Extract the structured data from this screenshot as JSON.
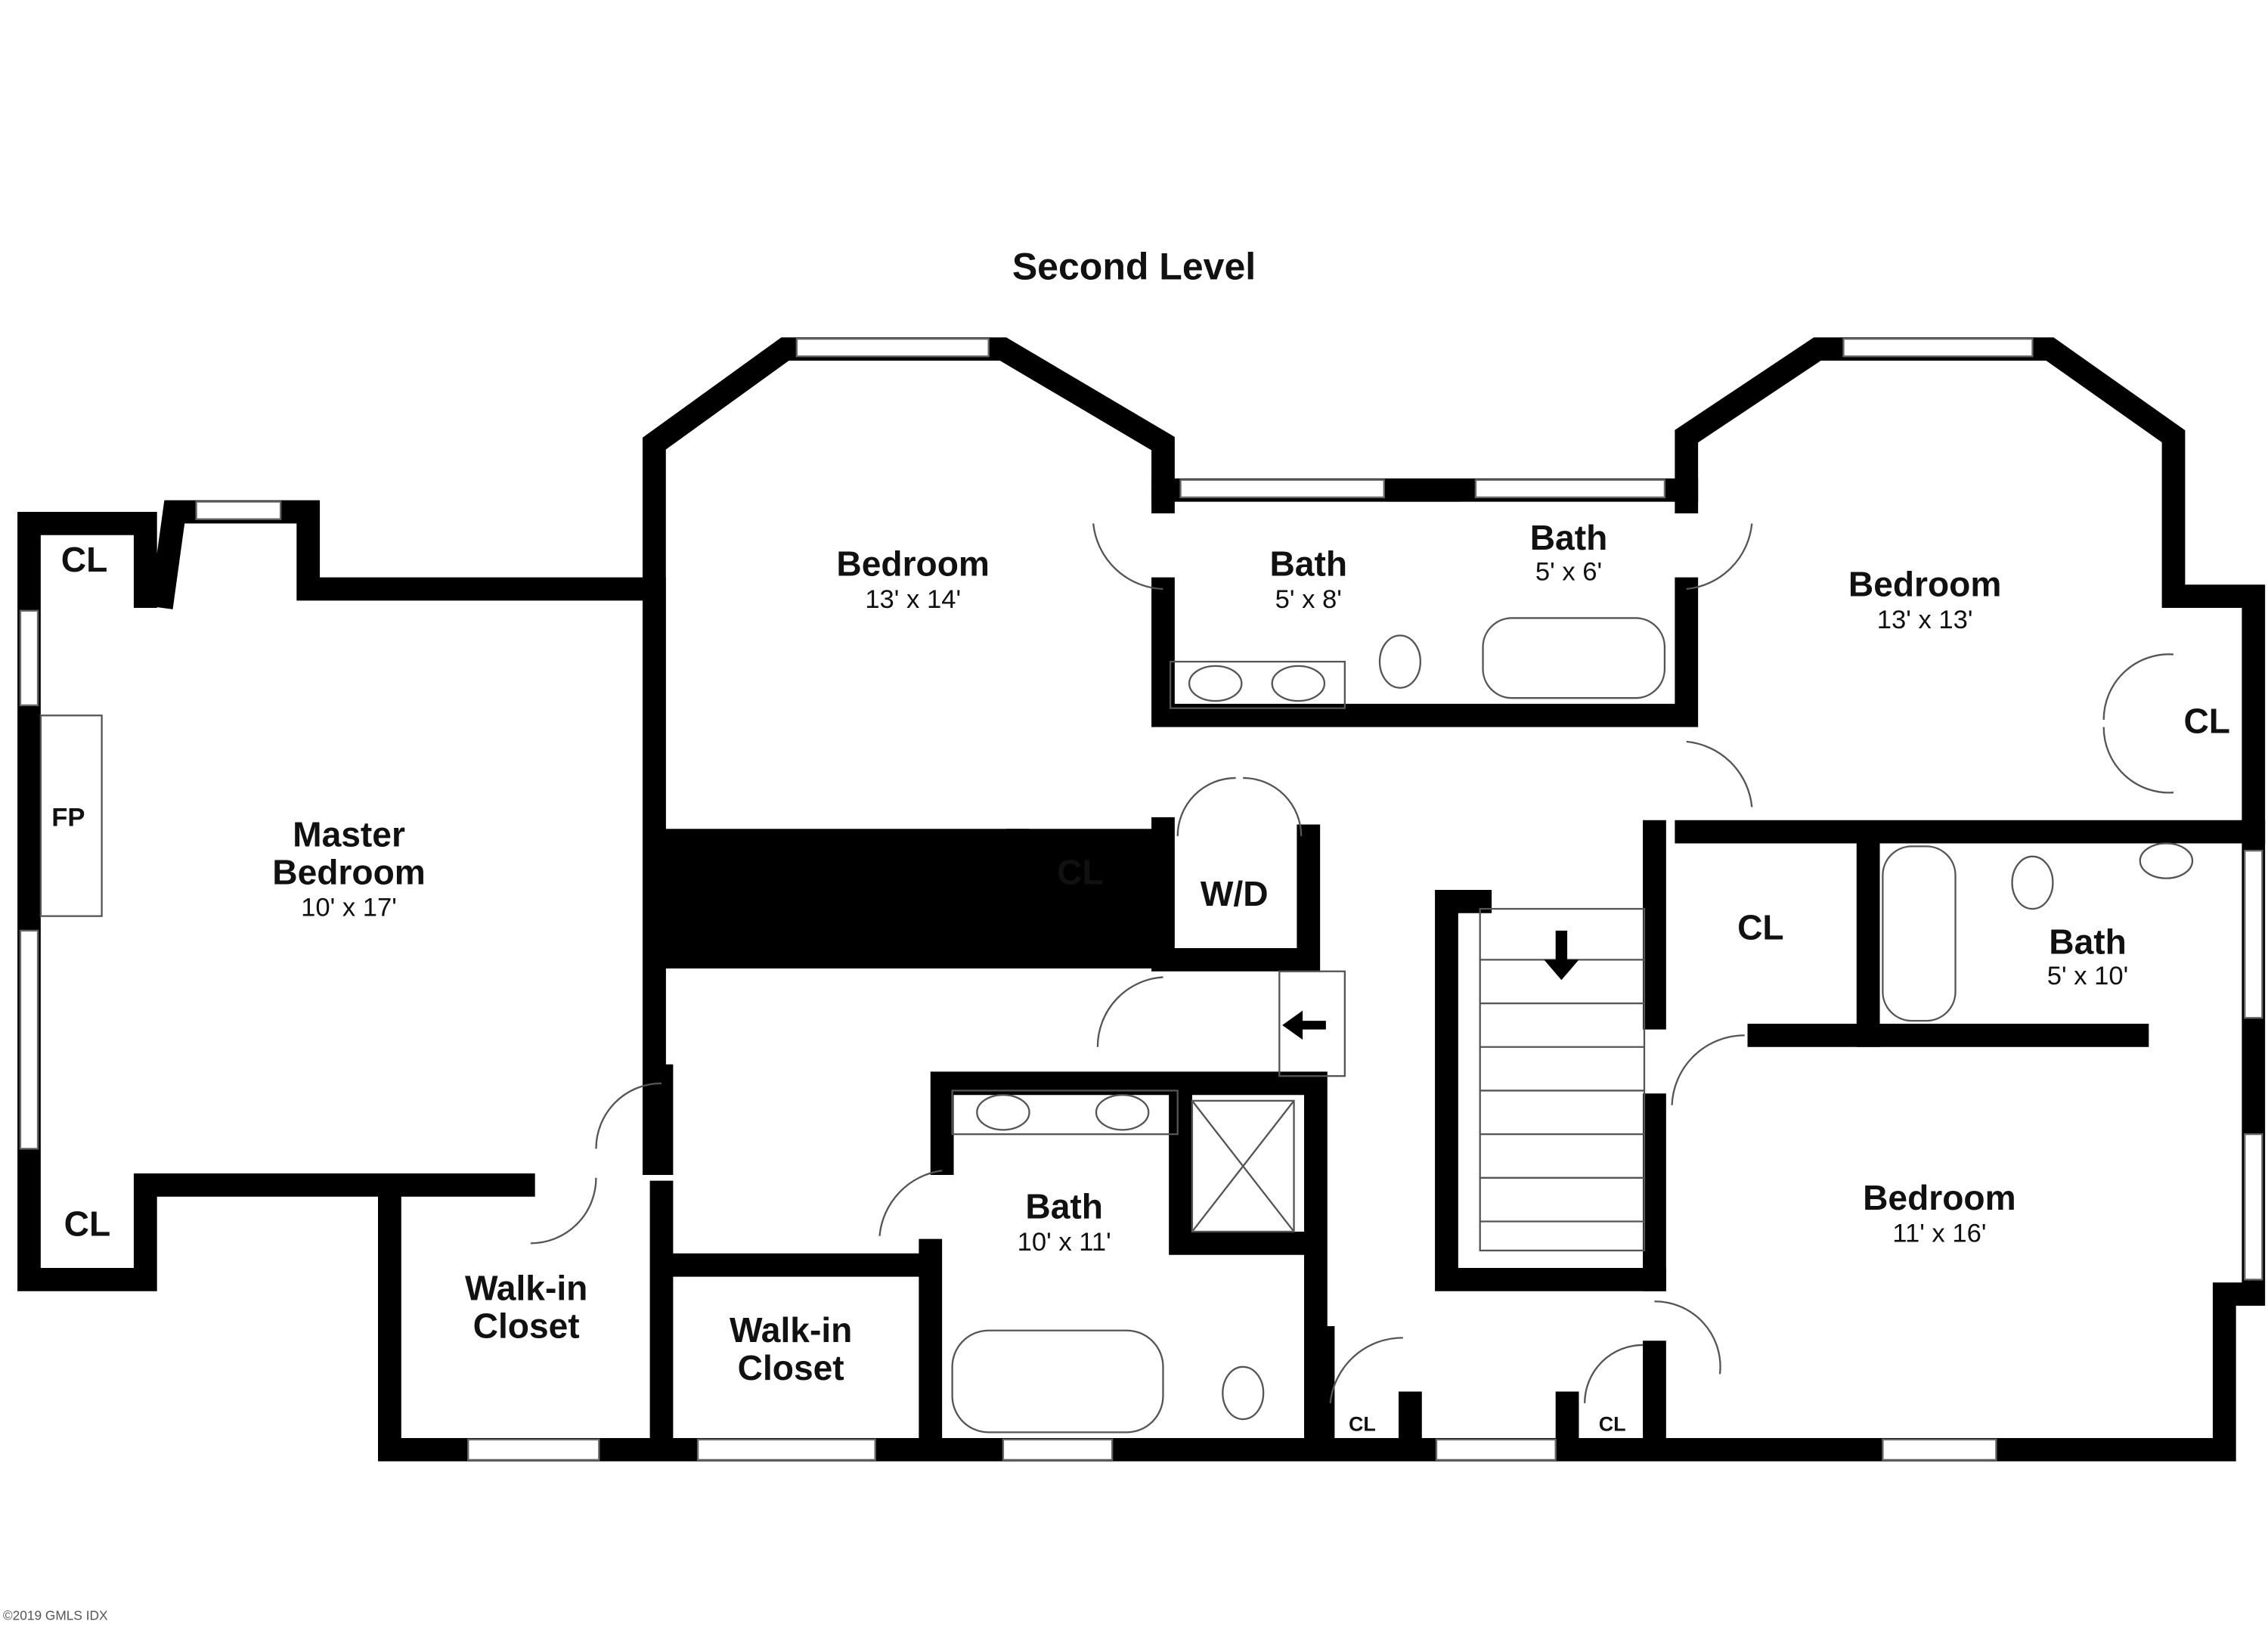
{
  "title": "Second Level",
  "copyright": "©2019 GMLS IDX",
  "rooms": {
    "master_bedroom": {
      "line1": "Master",
      "line2": "Bedroom",
      "dims": "10' x 17'"
    },
    "bedroom_1": {
      "name": "Bedroom",
      "dims": "13' x 14'"
    },
    "bath_1": {
      "name": "Bath",
      "dims": "5' x 8'"
    },
    "bath_2": {
      "name": "Bath",
      "dims": "5' x 6'"
    },
    "bedroom_2": {
      "name": "Bedroom",
      "dims": "13' x 13'"
    },
    "bath_3": {
      "name": "Bath",
      "dims": "5' x 10'"
    },
    "bedroom_3": {
      "name": "Bedroom",
      "dims": "11' x 16'"
    },
    "bath_4": {
      "name": "Bath",
      "dims": "10' x 11'"
    },
    "walkin_1": {
      "line1": "Walk-in",
      "line2": "Closet"
    },
    "walkin_2": {
      "line1": "Walk-in",
      "line2": "Closet"
    }
  },
  "labels": {
    "cl_master_top": "CL",
    "cl_master_bottom": "CL",
    "fireplace": "FP",
    "cl_hall": "CL",
    "wd": "W/D",
    "cl_bedroom2": "CL",
    "cl_bedroom3": "CL",
    "cl_bottom_1": "CL",
    "cl_bottom_2": "CL"
  }
}
